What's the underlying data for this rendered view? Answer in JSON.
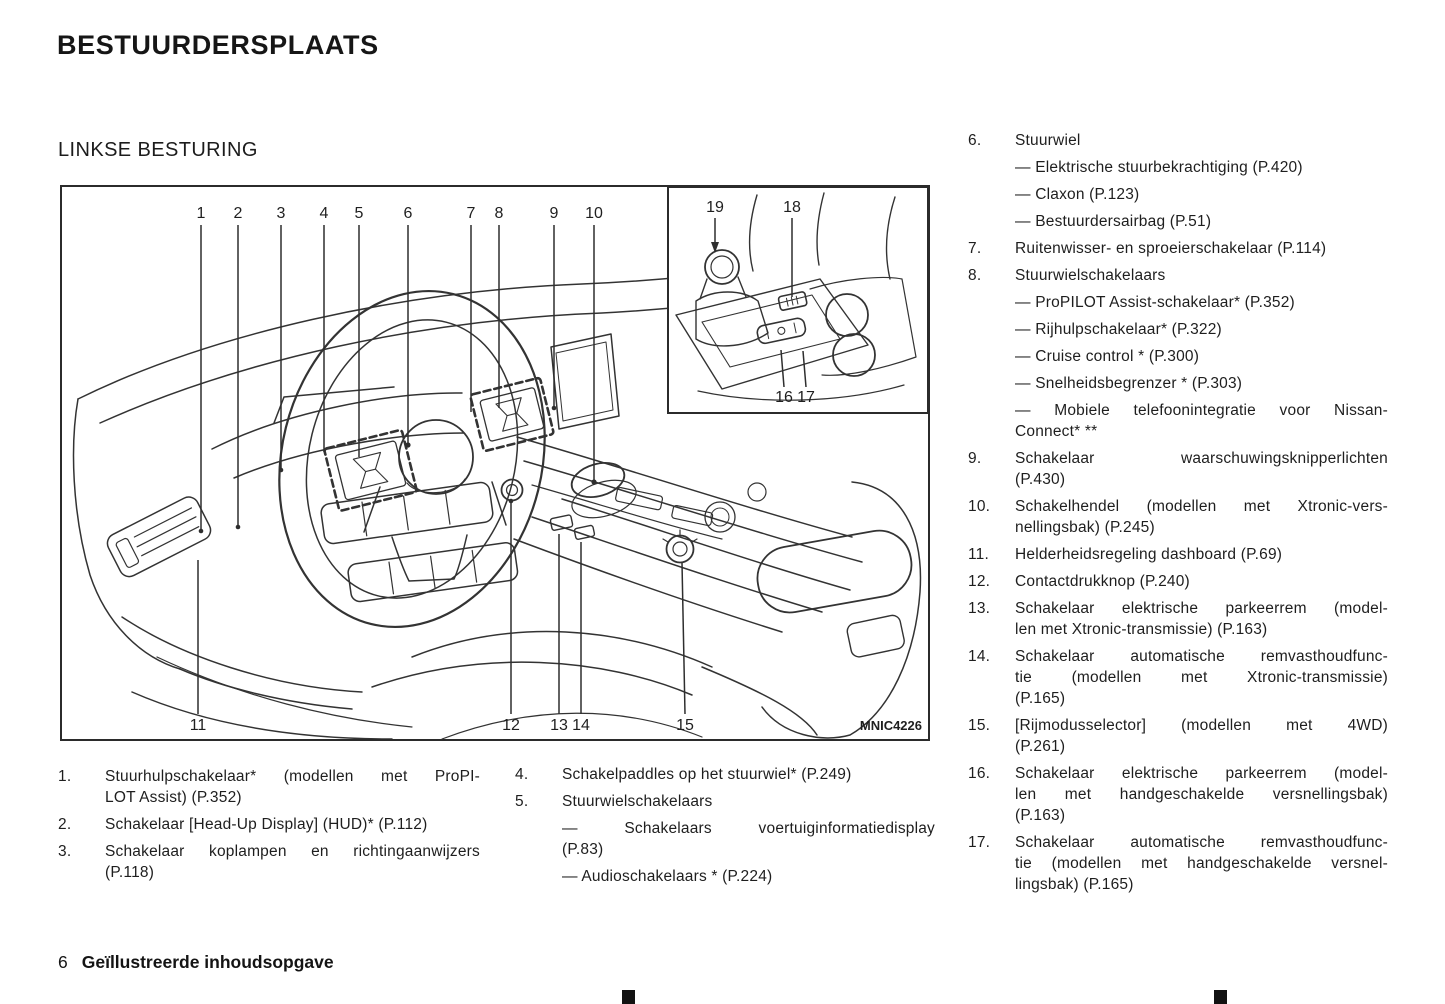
{
  "page": {
    "title": "BESTUURDERSPLAATS",
    "section": "LINKSE BESTURING",
    "footer": {
      "page_number": "6",
      "chapter": "Geïllustreerde inhoudsopgave"
    }
  },
  "diagram": {
    "image_code": "MNIC4226",
    "callout_labels": [
      "1",
      "2",
      "3",
      "4",
      "5",
      "6",
      "7",
      "8",
      "9",
      "10",
      "11",
      "12",
      "13",
      "14",
      "15",
      "16",
      "17",
      "18",
      "19"
    ]
  },
  "item_lists": {
    "left": [
      {
        "num": "1.",
        "blocks": [
          [
            "Stuurhulpschakelaar* (modellen met ProPI-",
            "LOT Assist) (P.352)"
          ]
        ]
      },
      {
        "num": "2.",
        "blocks": [
          [
            "Schakelaar [Head-Up Display] (HUD)* (P.112)"
          ]
        ]
      },
      {
        "num": "3.",
        "blocks": [
          [
            "Schakelaar koplampen en richtingaanwijzers",
            "(P.118)"
          ]
        ]
      }
    ],
    "middle": [
      {
        "num": "4.",
        "blocks": [
          [
            "Schakelpaddles op het stuurwiel* (P.249)"
          ]
        ]
      },
      {
        "num": "5.",
        "blocks": [
          [
            "Stuurwielschakelaars"
          ],
          [
            "— Schakelaars voertuiginformatiedisplay",
            "(P.83)"
          ],
          [
            "— Audioschakelaars * (P.224)"
          ]
        ]
      }
    ],
    "right": [
      {
        "num": "6.",
        "blocks": [
          [
            "Stuurwiel"
          ],
          [
            "— Elektrische stuurbekrachtiging (P.420)"
          ],
          [
            "— Claxon (P.123)"
          ],
          [
            "— Bestuurdersairbag (P.51)"
          ]
        ]
      },
      {
        "num": "7.",
        "blocks": [
          [
            "Ruitenwisser- en sproeierschakelaar (P.114)"
          ]
        ]
      },
      {
        "num": "8.",
        "blocks": [
          [
            "Stuurwielschakelaars"
          ],
          [
            "— ProPILOT Assist-schakelaar* (P.352)"
          ],
          [
            "— Rijhulpschakelaar* (P.322)"
          ],
          [
            "— Cruise control * (P.300)"
          ],
          [
            "— Snelheidsbegrenzer * (P.303)"
          ],
          [
            "— Mobiele telefoonintegratie voor Nissan-",
            "Connect* **"
          ]
        ]
      },
      {
        "num": "9.",
        "blocks": [
          [
            "Schakelaar waarschuwingsknipperlichten",
            "(P.430)"
          ]
        ]
      },
      {
        "num": "10.",
        "blocks": [
          [
            "Schakelhendel (modellen met Xtronic-vers-",
            "nellingsbak) (P.245)"
          ]
        ]
      },
      {
        "num": "11.",
        "blocks": [
          [
            "Helderheidsregeling dashboard (P.69)"
          ]
        ]
      },
      {
        "num": "12.",
        "blocks": [
          [
            "Contactdrukknop (P.240)"
          ]
        ]
      },
      {
        "num": "13.",
        "blocks": [
          [
            "Schakelaar elektrische parkeerrem (model-",
            "len met Xtronic-transmissie) (P.163)"
          ]
        ]
      },
      {
        "num": "14.",
        "blocks": [
          [
            "Schakelaar automatische remvasthoudfunc-",
            "tie (modellen met Xtronic-transmissie)",
            "(P.165)"
          ]
        ]
      },
      {
        "num": "15.",
        "blocks": [
          [
            "[Rijmodusselector] (modellen met 4WD)",
            "(P.261)"
          ]
        ]
      },
      {
        "num": "16.",
        "blocks": [
          [
            "Schakelaar elektrische parkeerrem (model-",
            "len met handgeschakelde versnellingsbak)",
            "(P.163)"
          ]
        ]
      },
      {
        "num": "17.",
        "blocks": [
          [
            "Schakelaar automatische remvasthoudfunc-",
            "tie (modellen met handgeschakelde versnel-",
            "lingsbak) (P.165)"
          ]
        ]
      }
    ]
  }
}
